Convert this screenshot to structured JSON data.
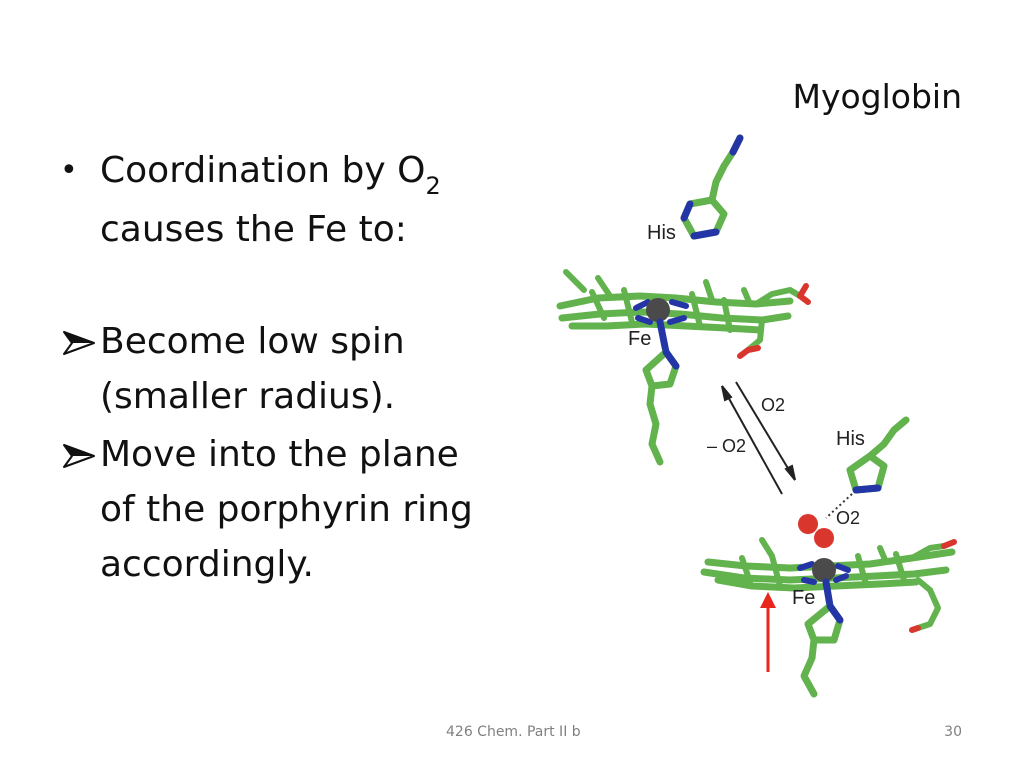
{
  "slide": {
    "title": "Myoglobin",
    "bullets": [
      {
        "text": "Coordination by O",
        "subscript": "2",
        "continuation": "causes the Fe to:"
      }
    ],
    "sub_points": [
      {
        "line1": "Become low spin",
        "line2": "(smaller radius)."
      },
      {
        "line1": "Move into the plane",
        "line2": "of the porphyrin ring",
        "line3": "accordingly."
      }
    ]
  },
  "figure": {
    "labels": {
      "his_top": "His",
      "fe_top": "Fe",
      "o2_forward": "O2",
      "o2_reverse": "– O2",
      "his_bottom": "His",
      "o2_bound": "O2",
      "fe_bottom": "Fe"
    },
    "colors": {
      "carbon": "#62b24d",
      "nitrogen": "#2436a6",
      "oxygen": "#d9362e",
      "iron": "#4a4a4a",
      "arrow": "#e8261c"
    }
  },
  "footer": {
    "center": "426 Chem. Part II b",
    "page": "30"
  }
}
